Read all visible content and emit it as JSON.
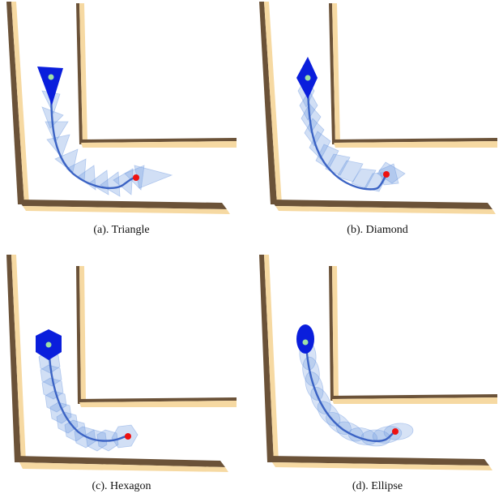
{
  "panels": [
    {
      "caption": "(a). Triangle",
      "shape": "triangle"
    },
    {
      "caption": "(b). Diamond",
      "shape": "diamond"
    },
    {
      "caption": "(c). Hexagon",
      "shape": "hexagon"
    },
    {
      "caption": "(d). Ellipse",
      "shape": "ellipse"
    }
  ],
  "colors": {
    "wall_face": "#f6d9a2",
    "wall_shadow": "#6b5238",
    "robot_start": "#0a1edc",
    "robot_ghost": "#6f9ae0",
    "path": "#3b63c4",
    "start_point": "#9ee0a6",
    "goal_point": "#ee1111"
  }
}
